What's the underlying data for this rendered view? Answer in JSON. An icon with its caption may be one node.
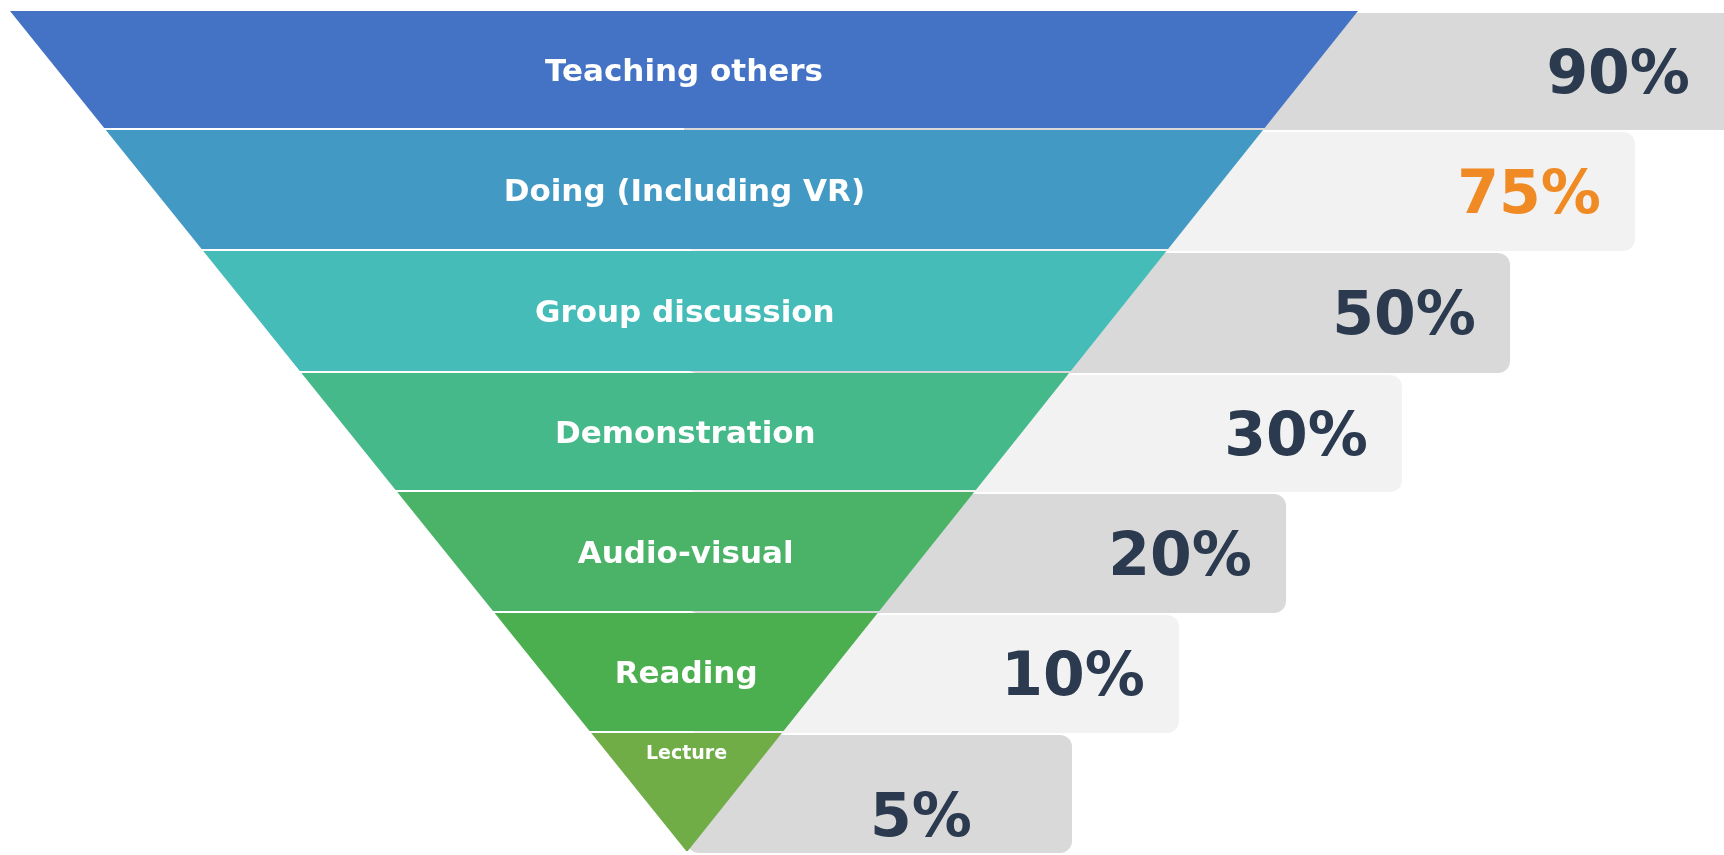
{
  "diagram": {
    "nodes": [
      {
        "text": [
          "Teaching others"
        ]
      },
      {
        "text": [
          "Doing (Including VR)"
        ]
      },
      {
        "text": [
          "Group discussion"
        ]
      },
      {
        "text": [
          "Demonstration"
        ]
      },
      {
        "text": [
          "Audio-visual"
        ]
      },
      {
        "text": [
          "Reading"
        ]
      },
      {
        "text": [
          "Lecture"
        ]
      }
    ],
    "labels": [
      "90%",
      "75%",
      "50%",
      "30%",
      "20%",
      "10%",
      "5%"
    ]
  }
}
